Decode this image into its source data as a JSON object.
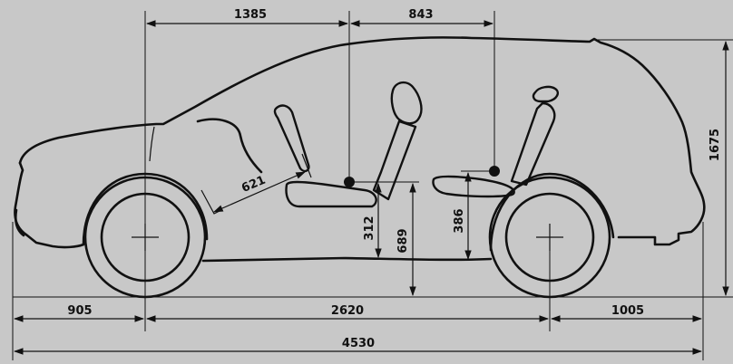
{
  "diagram": {
    "background_color": "#c8c8c8",
    "line_color": "#111111",
    "dimensions": {
      "front_axle_to_front_seat": "1385",
      "front_seat_to_rear_seat": "843",
      "overall_height": "1675",
      "legroom_front": "621",
      "front_seat_height": "312",
      "front_hip_height": "689",
      "rear_seat_height": "386",
      "front_overhang": "905",
      "wheelbase": "2620",
      "rear_overhang": "1005",
      "overall_length": "4530"
    }
  }
}
